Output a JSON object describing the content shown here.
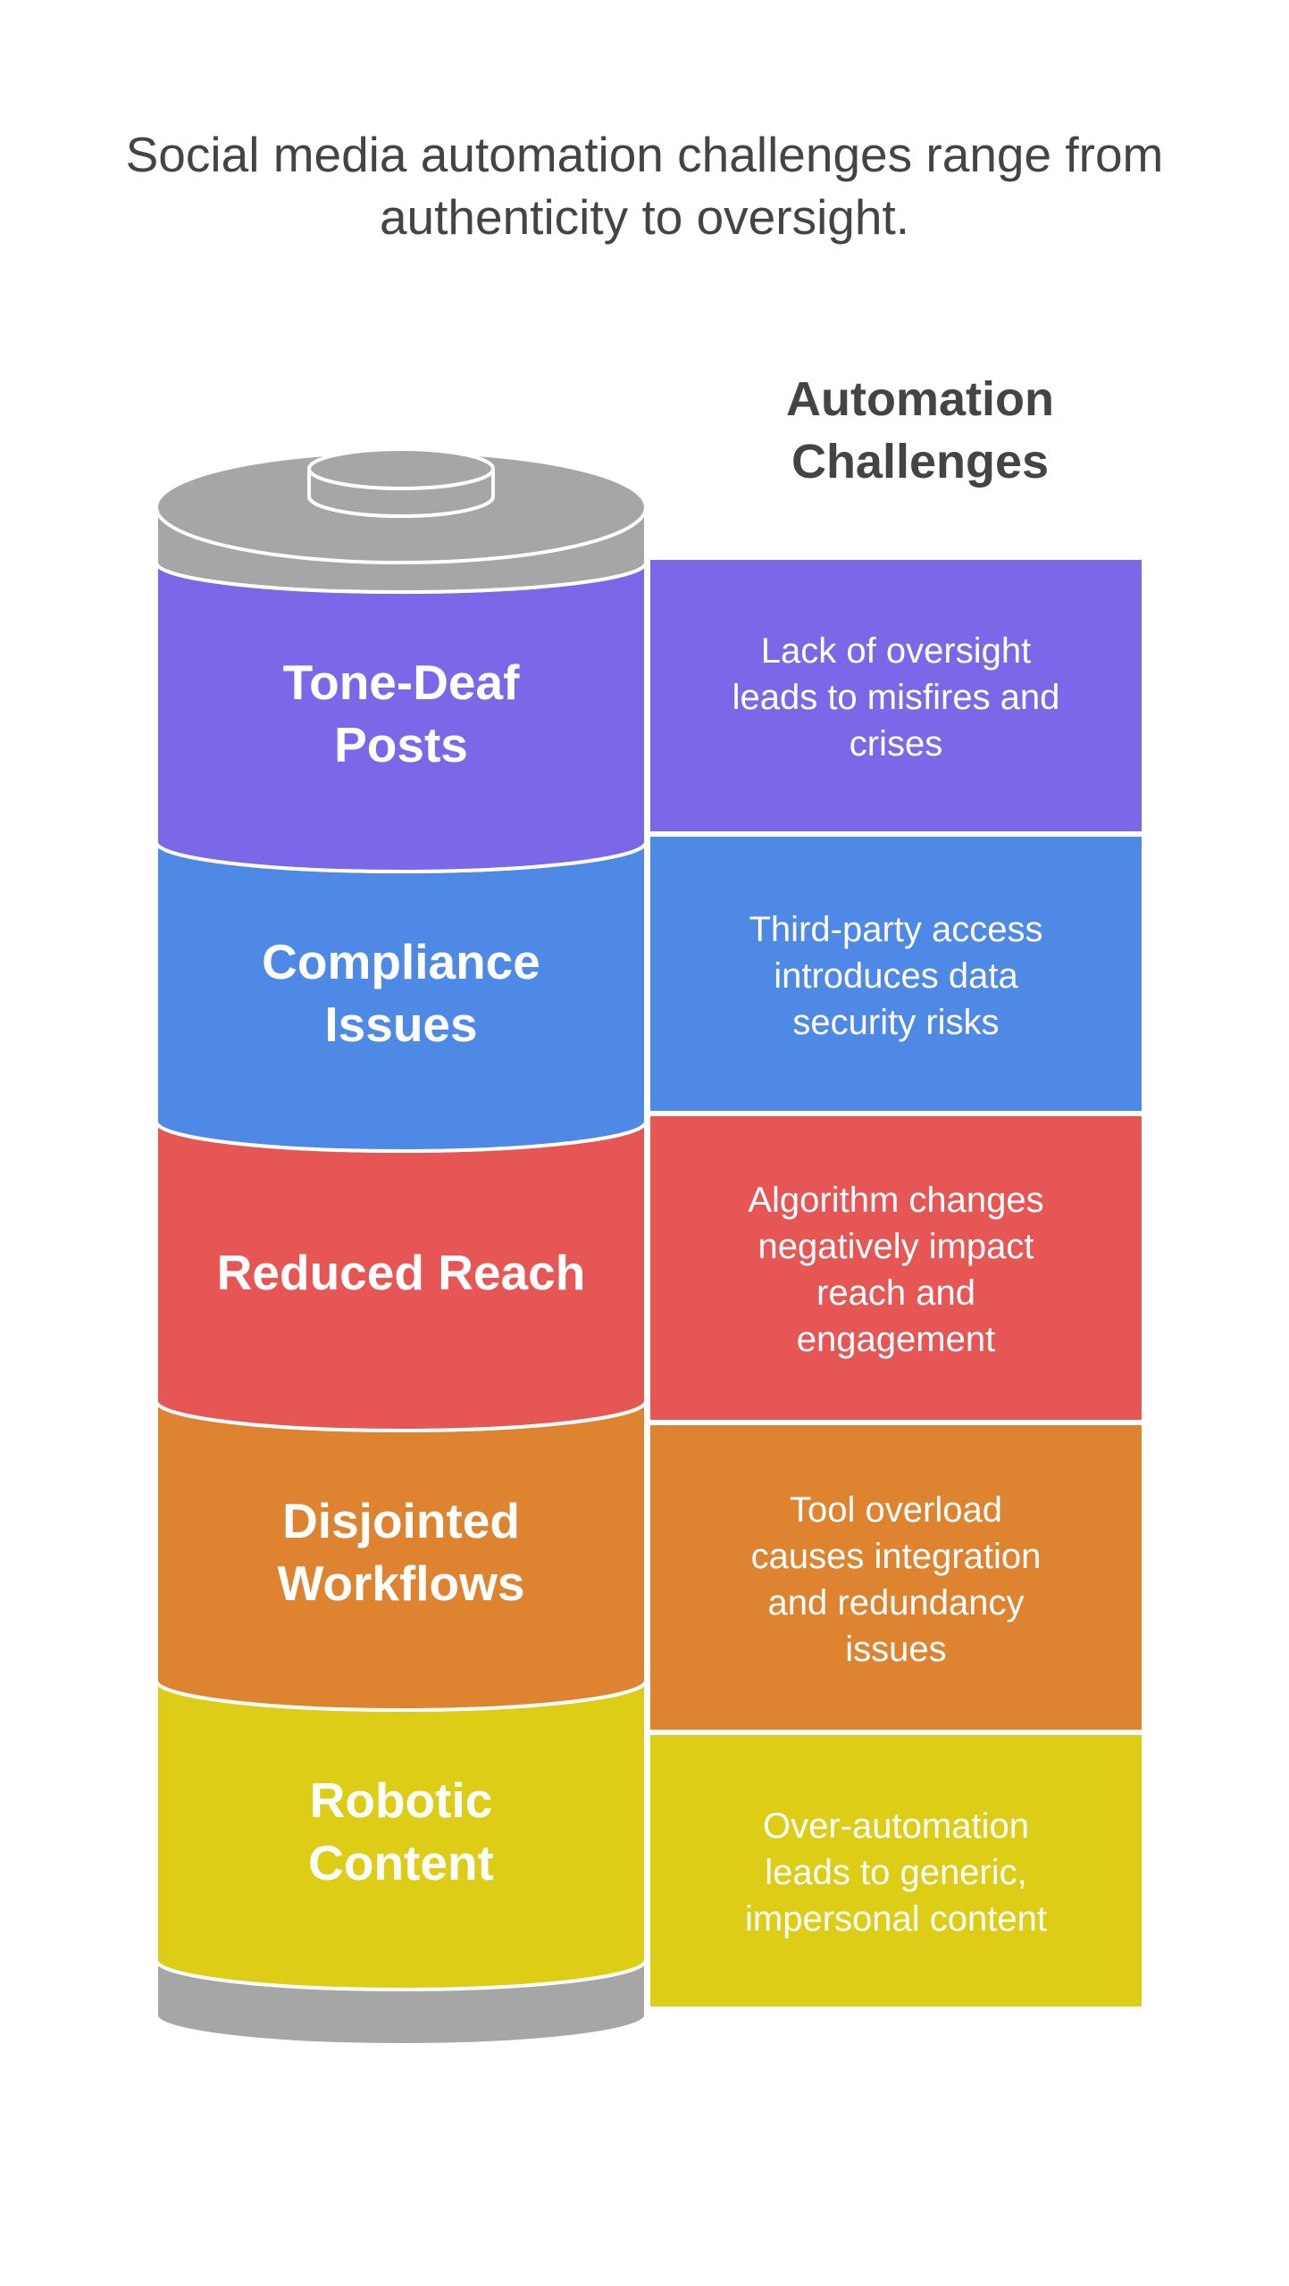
{
  "title": {
    "line1": "Social media automation challenges range from",
    "line2": "authenticity to oversight."
  },
  "side_heading": {
    "line1": "Automation",
    "line2": "Challenges"
  },
  "segments": [
    {
      "label_lines": [
        "Tone-Deaf",
        "Posts"
      ],
      "description_lines": [
        "Lack of oversight",
        "leads to misfires and",
        "crises"
      ],
      "color": "#7B68E8"
    },
    {
      "label_lines": [
        "Compliance",
        "Issues"
      ],
      "description_lines": [
        "Third-party access",
        "introduces data",
        "security risks"
      ],
      "color": "#4D89E5"
    },
    {
      "label_lines": [
        "Reduced Reach"
      ],
      "description_lines": [
        "Algorithm changes",
        "negatively impact",
        "reach and",
        "engagement"
      ],
      "color": "#E55655"
    },
    {
      "label_lines": [
        "Disjointed",
        "Workflows"
      ],
      "description_lines": [
        "Tool overload",
        "causes integration",
        "and redundancy",
        "issues"
      ],
      "color": "#DE8431"
    },
    {
      "label_lines": [
        "Robotic",
        "Content"
      ],
      "description_lines": [
        "Over-automation",
        "leads to generic,",
        "impersonal content"
      ],
      "color": "#DECD17"
    }
  ],
  "colors": {
    "cap": "#A6A6A6",
    "text_dark": "#444444",
    "outline": "#ffffff"
  }
}
